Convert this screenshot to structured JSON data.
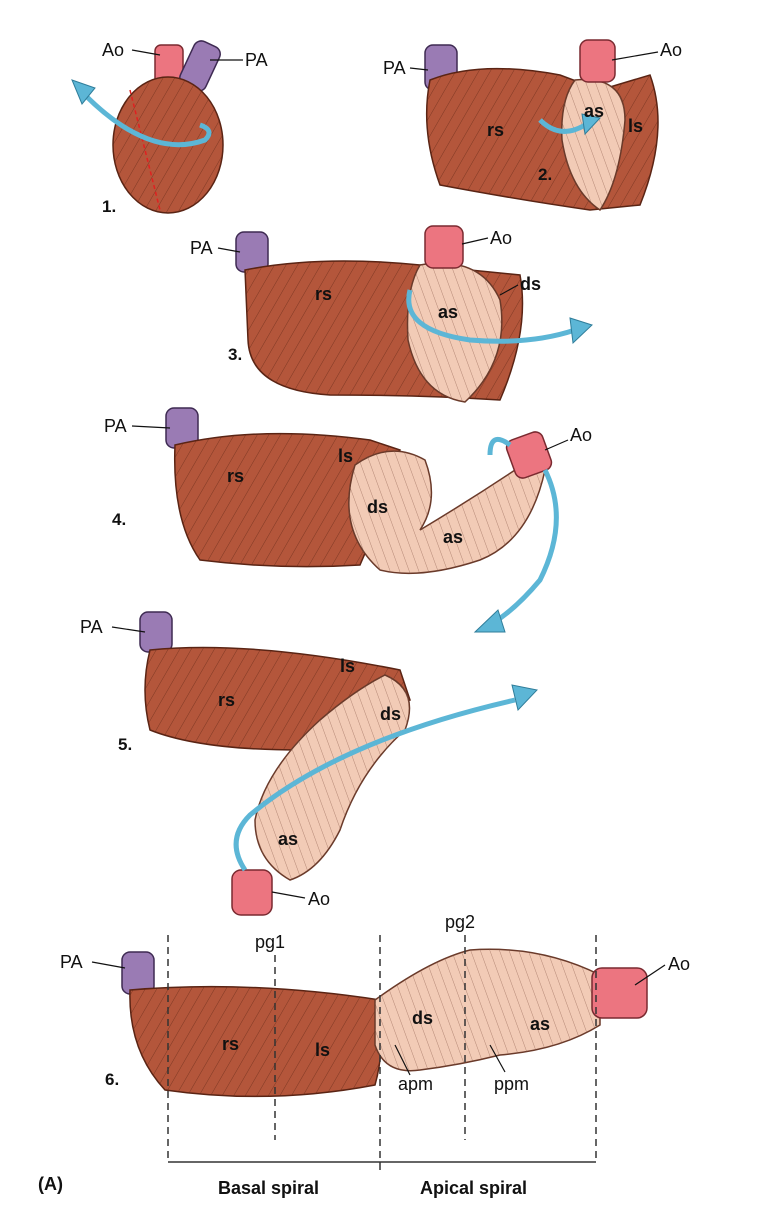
{
  "figure_label": "(A)",
  "panels": {
    "p1": {
      "number": "1.",
      "ao": "Ao",
      "pa": "PA"
    },
    "p2": {
      "number": "2.",
      "pa": "PA",
      "ao": "Ao",
      "rs": "rs",
      "as": "as",
      "ls": "ls"
    },
    "p3": {
      "number": "3.",
      "pa": "PA",
      "ao": "Ao",
      "rs": "rs",
      "as": "as",
      "ds": "ds"
    },
    "p4": {
      "number": "4.",
      "pa": "PA",
      "ao": "Ao",
      "rs": "rs",
      "ls": "ls",
      "ds": "ds",
      "as": "as"
    },
    "p5": {
      "number": "5.",
      "pa": "PA",
      "ao": "Ao",
      "rs": "rs",
      "ls": "ls",
      "ds": "ds",
      "as": "as"
    },
    "p6": {
      "number": "6.",
      "pa": "PA",
      "ao": "Ao",
      "pg1": "pg1",
      "pg2": "pg2",
      "rs": "rs",
      "ls": "ls",
      "ds": "ds",
      "as": "as",
      "apm": "apm",
      "ppm": "ppm",
      "basal": "Basal spiral",
      "apical": "Apical spiral"
    }
  },
  "colors": {
    "muscle": "#b4563b",
    "unfolded": "#f2cbb6",
    "pulmonary_artery": "#9a7bb4",
    "aorta": "#ec7580",
    "arrow": "#5cb6d6"
  }
}
